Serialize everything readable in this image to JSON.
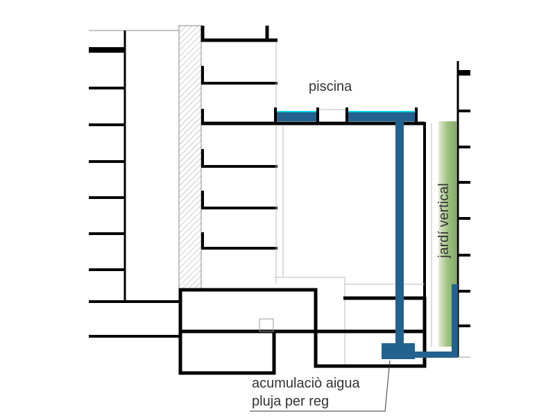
{
  "labels": {
    "pool": "piscina",
    "vertical_garden": "jardí vertical",
    "rain_storage_line1": "acumulaciò aigua",
    "rain_storage_line2": "pluja per reg"
  },
  "colors": {
    "water_pipe": "#23628f",
    "water_surface": "#00d8e8",
    "walls": "#000000",
    "thin_lines": "#b0b0b0",
    "garden": "#8db86a"
  }
}
